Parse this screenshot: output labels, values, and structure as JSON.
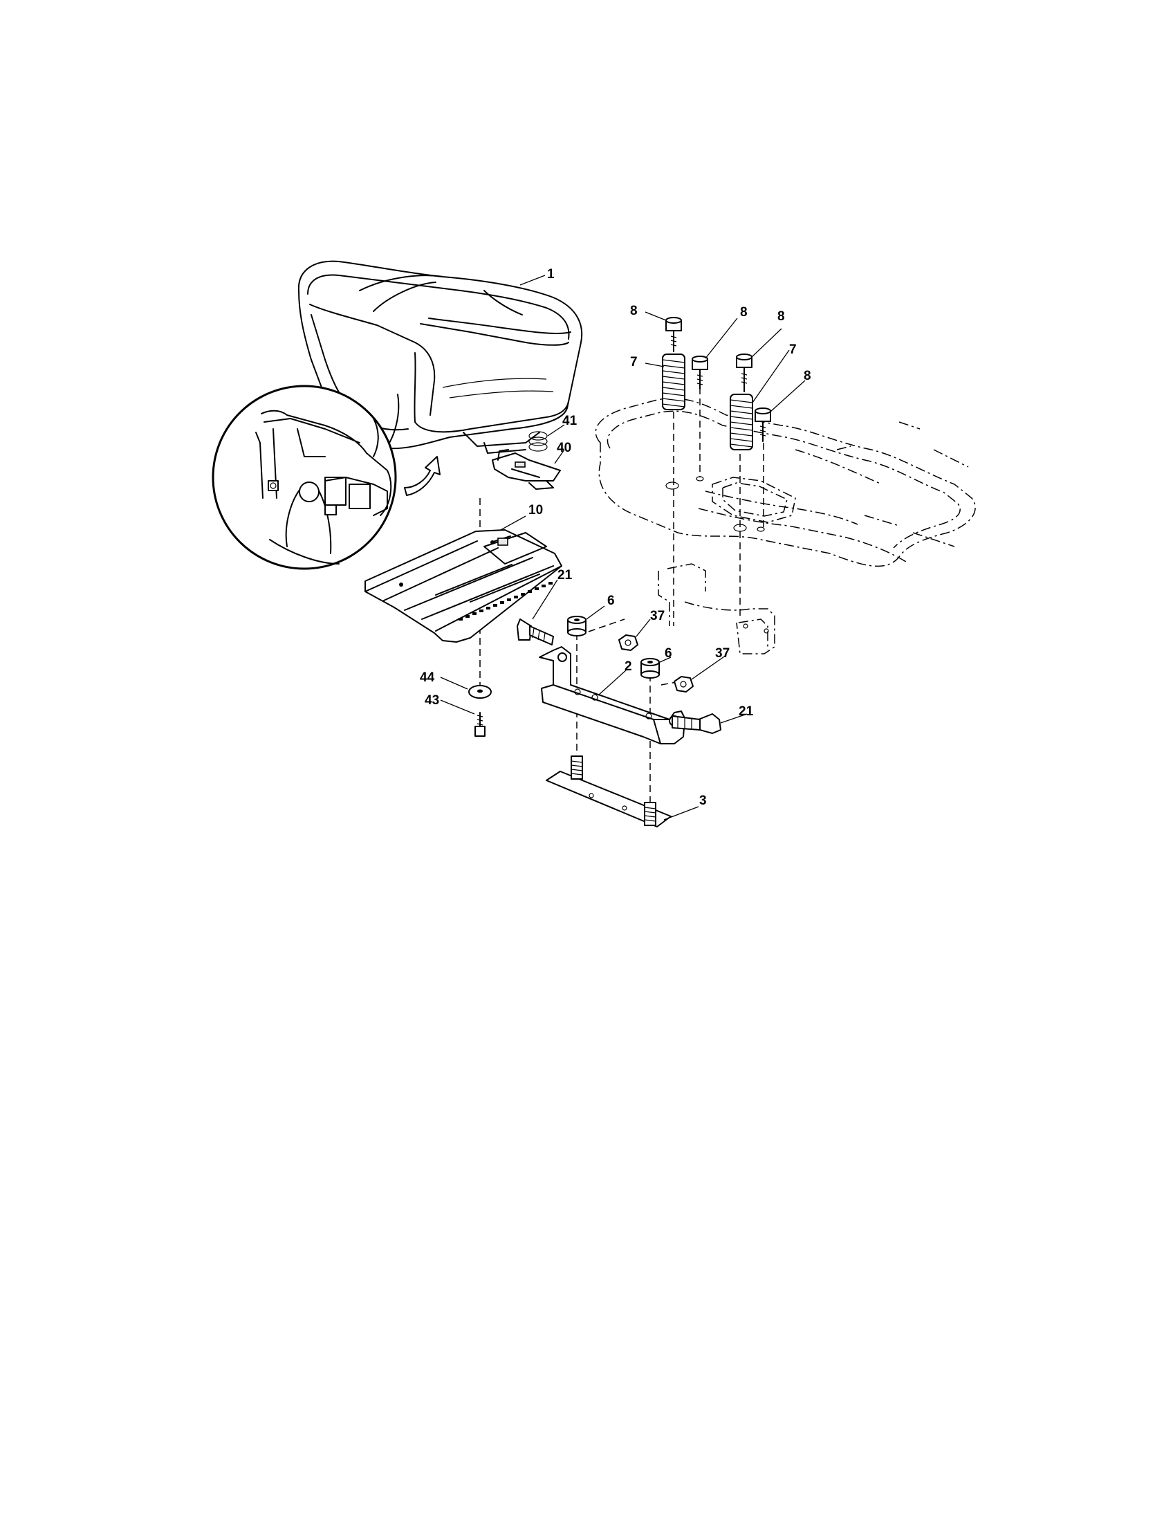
{
  "diagram": {
    "callouts": [
      {
        "id": "c1",
        "text": "1"
      },
      {
        "id": "c8a",
        "text": "8"
      },
      {
        "id": "c8b",
        "text": "8"
      },
      {
        "id": "c8c",
        "text": "8"
      },
      {
        "id": "c8d",
        "text": "8"
      },
      {
        "id": "c7a",
        "text": "7"
      },
      {
        "id": "c7b",
        "text": "7"
      },
      {
        "id": "c41",
        "text": "41"
      },
      {
        "id": "c40",
        "text": "40"
      },
      {
        "id": "c10",
        "text": "10"
      },
      {
        "id": "c21a",
        "text": "21"
      },
      {
        "id": "c6a",
        "text": "6"
      },
      {
        "id": "c37a",
        "text": "37"
      },
      {
        "id": "c6b",
        "text": "6"
      },
      {
        "id": "c37b",
        "text": "37"
      },
      {
        "id": "c2",
        "text": "2"
      },
      {
        "id": "c21b",
        "text": "21"
      },
      {
        "id": "c44",
        "text": "44"
      },
      {
        "id": "c43",
        "text": "43"
      },
      {
        "id": "c3",
        "text": "3"
      }
    ]
  }
}
